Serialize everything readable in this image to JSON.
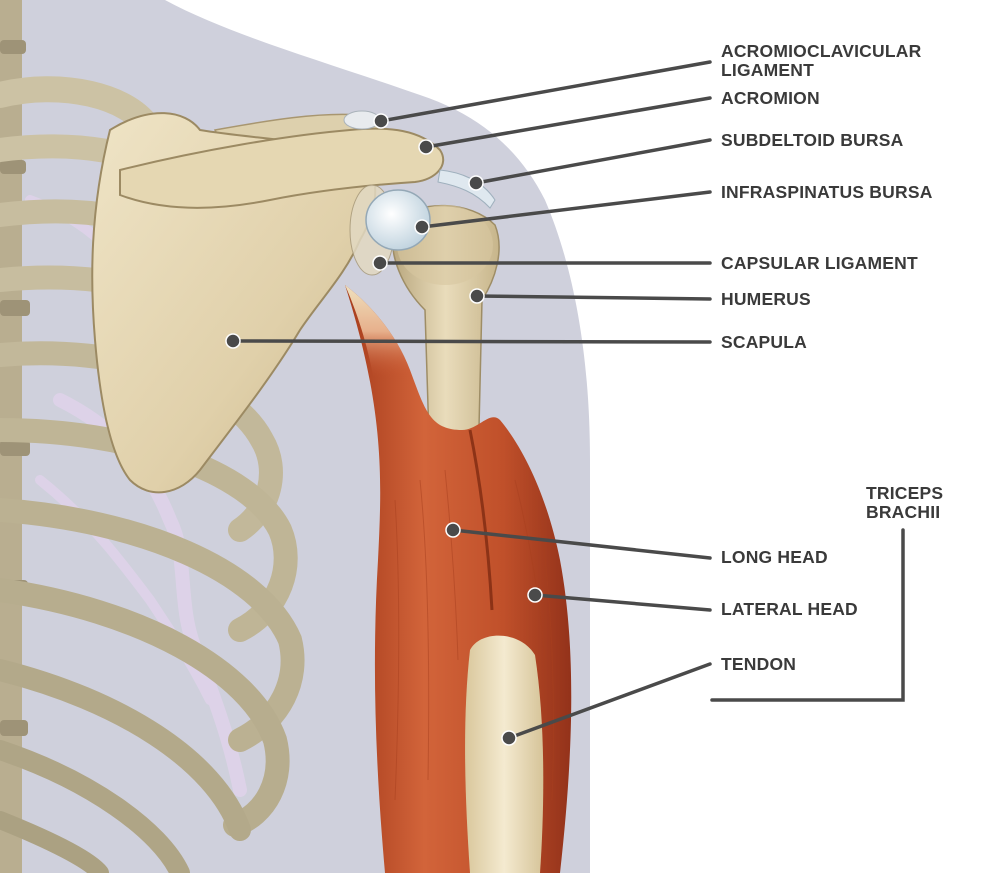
{
  "colors": {
    "background": "#ffffff",
    "silhouette": "#cfd0dc",
    "bone": "#e6d8b6",
    "bone_shadow": "#b8a67e",
    "rib": "#ccc2a4",
    "rib_shadow": "#8d846c",
    "muscle": "#c8532d",
    "muscle_dark": "#8f2f14",
    "tendon": "#efe1be",
    "bursa": "#dde9f0",
    "nerve": "#ddd2e8",
    "leader_line": "#4a4a4a",
    "label_text": "#3a3a3a"
  },
  "labels": [
    {
      "id": "acromioclavicular",
      "text": "ACROMIOCLAVICULAR\nLIGAMENT"
    },
    {
      "id": "acromion",
      "text": "ACROMION"
    },
    {
      "id": "subdeltoid",
      "text": "SUBDELTOID BURSA"
    },
    {
      "id": "infraspinatus",
      "text": "INFRASPINATUS BURSA"
    },
    {
      "id": "capsular",
      "text": "CAPSULAR LIGAMENT"
    },
    {
      "id": "humerus",
      "text": "HUMERUS"
    },
    {
      "id": "scapula",
      "text": "SCAPULA"
    },
    {
      "id": "triceps",
      "text": "TRICEPS\nBRACHII"
    },
    {
      "id": "long_head",
      "text": "LONG HEAD"
    },
    {
      "id": "lateral_head",
      "text": "LATERAL HEAD"
    },
    {
      "id": "tendon",
      "text": "TENDON"
    }
  ]
}
